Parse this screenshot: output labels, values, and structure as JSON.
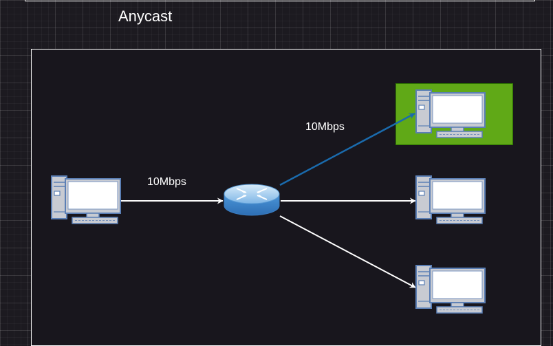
{
  "diagram": {
    "title": "Anycast",
    "colors": {
      "background": "#1c1a20",
      "container_border": "#ffffff",
      "highlight_fill": "#60a917",
      "highlighted_edge": "#1a6bad",
      "edge": "#ffffff"
    },
    "nodes": [
      {
        "id": "source",
        "icon": "pc-icon",
        "role": "source computer"
      },
      {
        "id": "router",
        "icon": "router-icon",
        "role": "router"
      },
      {
        "id": "dest-top",
        "icon": "pc-icon",
        "role": "destination computer",
        "highlighted": true
      },
      {
        "id": "dest-middle",
        "icon": "pc-icon",
        "role": "destination computer"
      },
      {
        "id": "dest-bottom",
        "icon": "pc-icon",
        "role": "destination computer"
      }
    ],
    "edges": [
      {
        "from": "source",
        "to": "router",
        "label": "10Mbps"
      },
      {
        "from": "router",
        "to": "dest-top",
        "label": "10Mbps",
        "highlighted": true
      },
      {
        "from": "router",
        "to": "dest-middle",
        "label": ""
      },
      {
        "from": "router",
        "to": "dest-bottom",
        "label": ""
      }
    ],
    "edge_labels": {
      "source_to_router": "10Mbps",
      "router_to_top": "10Mbps"
    }
  }
}
